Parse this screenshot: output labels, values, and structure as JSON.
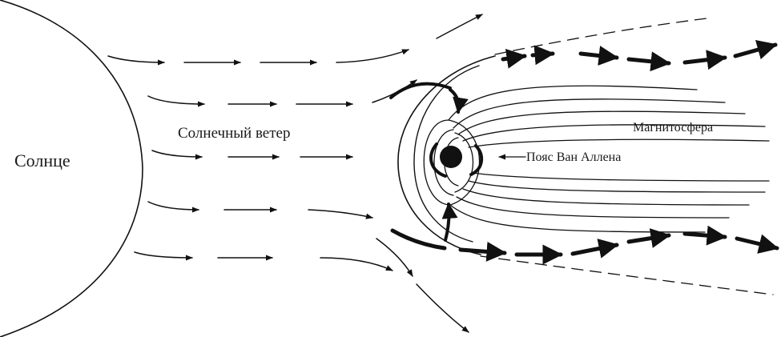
{
  "labels": {
    "sun": "Солнце",
    "solar_wind": "Солнечный ветер",
    "magnetosphere": "Магнитосфера",
    "van_allen": "Пояс Ван Аллена"
  },
  "colors": {
    "ink": "#111111",
    "background": "#ffffff"
  }
}
